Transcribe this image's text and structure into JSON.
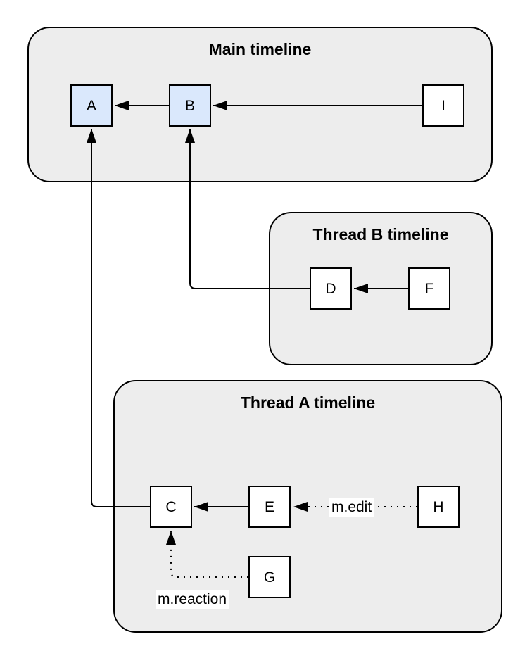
{
  "diagram": {
    "type": "event-graph",
    "groups": {
      "main": {
        "title": "Main timeline",
        "nodes": [
          "A",
          "B",
          "I"
        ]
      },
      "thread_b": {
        "title": "Thread B timeline",
        "nodes": [
          "D",
          "F"
        ]
      },
      "thread_a": {
        "title": "Thread A timeline",
        "nodes": [
          "C",
          "E",
          "G",
          "H"
        ]
      }
    },
    "nodes": {
      "a": "A",
      "b": "B",
      "i": "I",
      "d": "D",
      "f": "F",
      "c": "C",
      "e": "E",
      "h": "H",
      "g": "G"
    },
    "edges": [
      {
        "from": "I",
        "to": "B",
        "style": "solid"
      },
      {
        "from": "B",
        "to": "A",
        "style": "solid"
      },
      {
        "from": "D",
        "to": "B",
        "style": "solid"
      },
      {
        "from": "F",
        "to": "D",
        "style": "solid"
      },
      {
        "from": "C",
        "to": "A",
        "style": "solid"
      },
      {
        "from": "E",
        "to": "C",
        "style": "solid"
      },
      {
        "from": "H",
        "to": "E",
        "style": "dotted",
        "label": "m.edit"
      },
      {
        "from": "G",
        "to": "C",
        "style": "dotted",
        "label": "m.reaction"
      }
    ],
    "edge_labels": {
      "edit": "m.edit",
      "reaction": "m.reaction"
    },
    "colors": {
      "highlight_fill": "#dae8fc",
      "group_fill": "#ededed",
      "node_fill": "#ffffff",
      "stroke": "#000000"
    }
  }
}
